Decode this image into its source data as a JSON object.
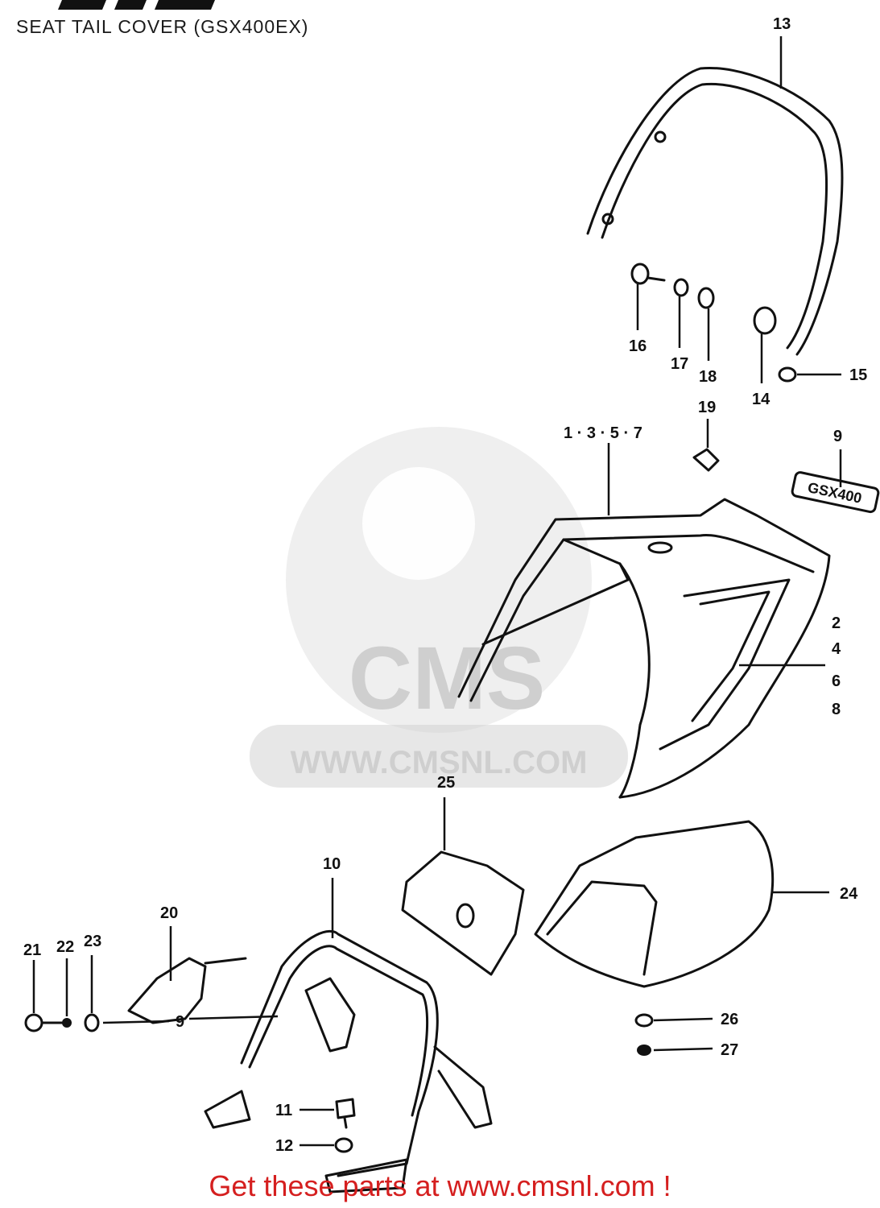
{
  "header": {
    "title": "SEAT TAIL COVER (GSX400EX)"
  },
  "watermark": {
    "logo_text": "CMS",
    "url_text": "WWW.CMSNL.COM"
  },
  "footer": {
    "text": "Get these parts at www.cmsnl.com !",
    "color": "#d51f1f"
  },
  "callouts": {
    "c13": "13",
    "c16": "16",
    "c17": "17",
    "c18": "18",
    "c14": "14",
    "c15": "15",
    "c19": "19",
    "c1357": "1 · 3 · 5 · 7",
    "c9_top": "9",
    "c9_emblem": "GSX400",
    "c2": "2",
    "c4": "4",
    "c6": "6",
    "c8": "8",
    "c25": "25",
    "c24": "24",
    "c10": "10",
    "c20": "20",
    "c21": "21",
    "c22": "22",
    "c23": "23",
    "c9_bottom": "9",
    "c26": "26",
    "c27": "27",
    "c11": "11",
    "c12": "12"
  }
}
